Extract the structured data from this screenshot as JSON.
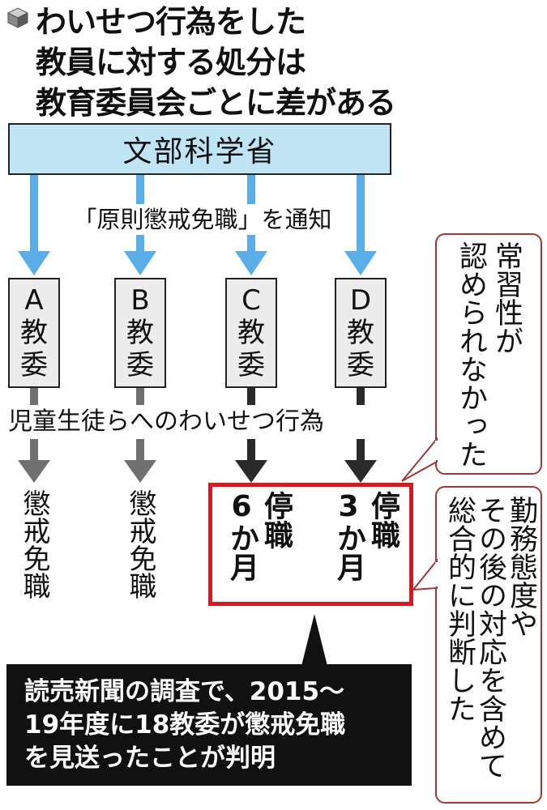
{
  "title": {
    "lines": [
      "わいせつ行為をした",
      "教員に対する処分は",
      "教育委員会ごとに差がある"
    ]
  },
  "ministry": "文部科学省",
  "notification": "「原則懲戒免職」を通知",
  "boards": [
    {
      "letter": "A",
      "label": "教委"
    },
    {
      "letter": "B",
      "label": "教委"
    },
    {
      "letter": "C",
      "label": "教委"
    },
    {
      "letter": "D",
      "label": "教委"
    }
  ],
  "acts_label": "児童生徒らへのわいせつ行為",
  "outcomes": {
    "a": "懲戒免職",
    "b": "懲戒免職",
    "c_num": "6",
    "c_unit": "か月",
    "c_type": "停職",
    "d_num": "3",
    "d_unit": "か月",
    "d_type": "停職"
  },
  "callout_top": [
    "常習性が",
    "認められなかった"
  ],
  "callout_bottom": [
    "勤務態度や",
    "その後の対応を含めて",
    "総合的に判断した"
  ],
  "note_lines": [
    "読売新聞の調査で、2015～",
    "19年度に18教委が懲戒免職",
    "を見送ったことが判明"
  ],
  "colors": {
    "blue_arrow": "#5aaee8",
    "gray_arrow": "#707070",
    "black_arrow": "#2a2a2a",
    "ministry_fill": "#bfe5f5",
    "board_fill": "#ececec",
    "red_border": "#e0141c",
    "callout_border": "#aa3333",
    "note_fill": "#111111"
  }
}
